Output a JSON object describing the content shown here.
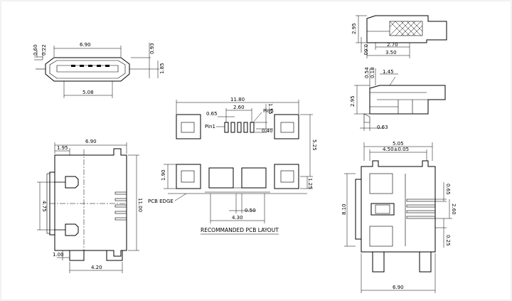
{
  "drawing": {
    "front_view": {
      "dims": {
        "top_width": "6.90",
        "left_upper": "0.60",
        "left_lower": "0.22",
        "right_upper": "0.93",
        "right_lower": "1.85",
        "bottom_width": "5.08"
      }
    },
    "top_view": {
      "dims": {
        "width": "6.90",
        "offset": "1.95",
        "spacing": "4.75",
        "length": "11.00",
        "pitch_small": "1.00",
        "span": "4.20"
      }
    },
    "pcb_layout": {
      "title": "RECOMMANDED PCB LAYOUT",
      "pcb_edge_label": "PCB EDGE",
      "pin1_label": "Pin1",
      "pin5_label": "Pin5",
      "dims": {
        "overall": "11.80",
        "pin_span": "2.60",
        "pad_width": "0.65",
        "pad_height": "1.35",
        "pad_gap": "0.40",
        "vertical": "5.25",
        "lower_left": "1.90",
        "lower_right": "1.25",
        "pitch": "0.50",
        "bottom": "4.30"
      }
    },
    "side_view": {
      "dims": {
        "height": "2.95",
        "thickness": "0.60",
        "inner": "2.70",
        "length": "3.50"
      }
    },
    "detail_view": {
      "dims": {
        "d1": "0.54",
        "d2": "0.18",
        "angle": "1.45",
        "height": "2.95",
        "base": "0.63"
      }
    },
    "bottom_view": {
      "dims": {
        "outer": "5.05",
        "inner": "4.50±0.05",
        "pin": "0.65",
        "span": "8.10",
        "pitch_group": "2.60",
        "tail": "0.25",
        "width": "6.90"
      }
    }
  }
}
